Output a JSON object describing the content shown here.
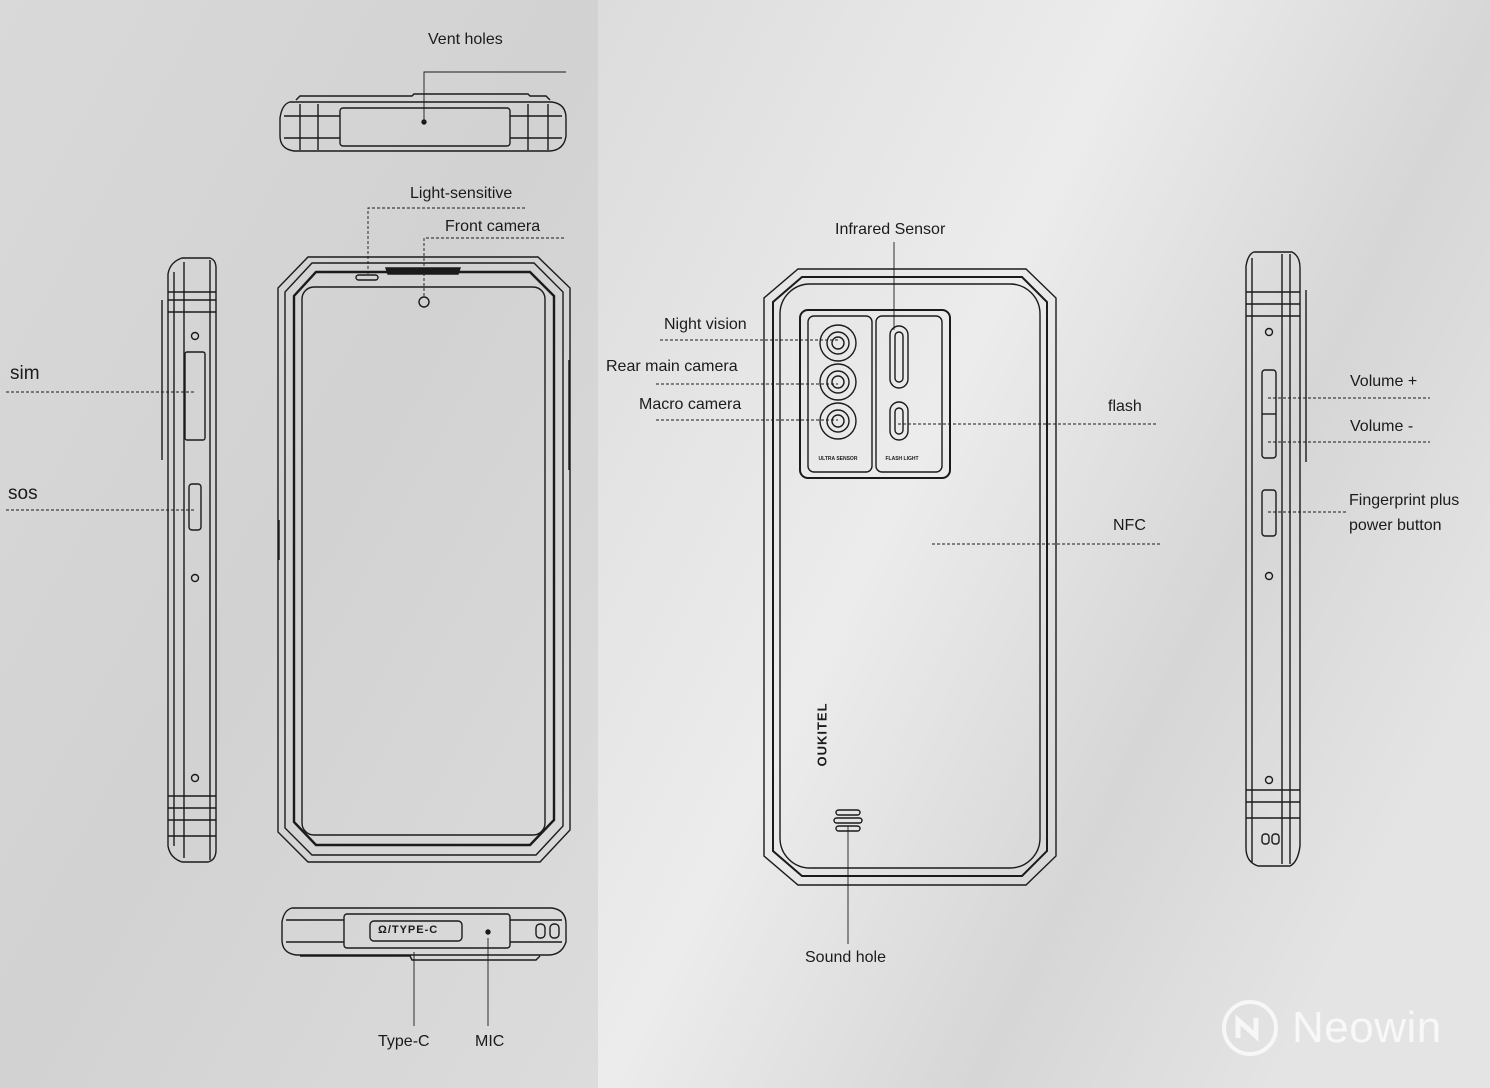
{
  "colors": {
    "paper_left": "#d7d7d7",
    "paper_right": "#e8e8e8",
    "ink": "#1b1b1b",
    "watermark": "#ffffff"
  },
  "labels": {
    "vent_holes": "Vent holes",
    "light_sensitive": "Light-sensitive",
    "front_camera": "Front camera",
    "sim": "sim",
    "sos": "sos",
    "type_c": "Type-C",
    "mic": "MIC",
    "infrared_sensor": "Infrared Sensor",
    "night_vision": "Night vision",
    "rear_main_camera": "Rear main camera",
    "macro_camera": "Macro camera",
    "flash": "flash",
    "nfc": "NFC",
    "sound_hole": "Sound hole",
    "volume_up": "Volume +",
    "volume_down": "Volume -",
    "fingerprint_line1": "Fingerprint plus",
    "fingerprint_line2": "power button"
  },
  "device_text": {
    "brand": "OUKITEL",
    "port": "Ω/TYPE-C",
    "module_left": "ULTRA SENSOR",
    "module_right": "FLASH LIGHT"
  },
  "watermark": {
    "text": "Neowin",
    "icon": "neowin-logo-icon"
  }
}
